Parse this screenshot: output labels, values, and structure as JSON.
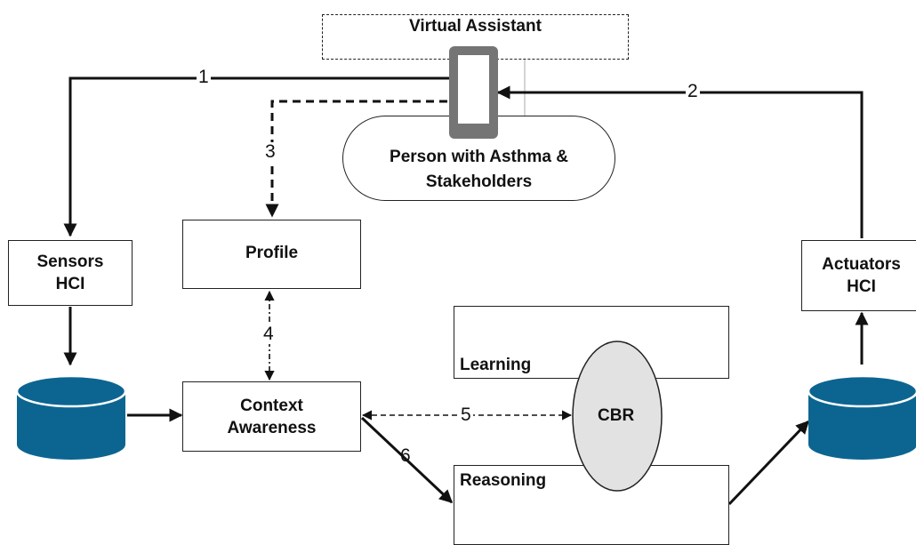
{
  "virtual_assistant": "Virtual Assistant",
  "person": "Person with Asthma &\nStakeholders",
  "profile": "Profile",
  "sensors": "Sensors\nHCI",
  "actuators": "Actuators\nHCI",
  "context": "Context\nAwareness",
  "learning": "Learning",
  "reasoning": "Reasoning",
  "cbr": "CBR",
  "arrow_labels": {
    "a1": "1",
    "a2": "2",
    "a3": "3",
    "a4": "4",
    "a5": "5",
    "a6": "6"
  },
  "colors": {
    "database": "#0c6591",
    "cbr_fill": "#e2e2e2",
    "phone": "#757575",
    "line": "#111111"
  }
}
